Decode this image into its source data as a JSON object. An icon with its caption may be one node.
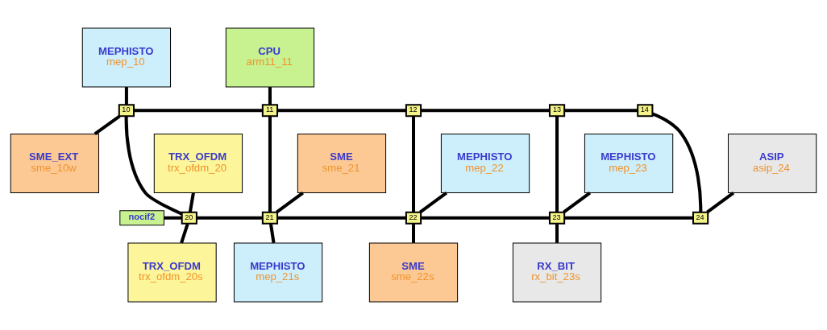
{
  "diagram": {
    "nodes": [
      {
        "text": [
          "MEPHISTO",
          "mep_10"
        ]
      },
      {
        "text": [
          "CPU",
          "arm11_11"
        ]
      },
      {
        "text": [
          "10"
        ]
      },
      {
        "text": [
          "11"
        ]
      },
      {
        "text": [
          "12"
        ]
      },
      {
        "text": [
          "13"
        ]
      },
      {
        "text": [
          "14"
        ]
      },
      {
        "text": [
          "SME_EXT",
          "sme_10w"
        ]
      },
      {
        "text": [
          "TRX_OFDM",
          "trx_ofdm_20"
        ]
      },
      {
        "text": [
          "SME",
          "sme_21"
        ]
      },
      {
        "text": [
          "MEPHISTO",
          "mep_22"
        ]
      },
      {
        "text": [
          "MEPHISTO",
          "mep_23"
        ]
      },
      {
        "text": [
          "ASIP",
          "asip_24"
        ]
      },
      {
        "text": [
          "nocif2"
        ]
      },
      {
        "text": [
          "20"
        ]
      },
      {
        "text": [
          "21"
        ]
      },
      {
        "text": [
          "22"
        ]
      },
      {
        "text": [
          "23"
        ]
      },
      {
        "text": [
          "24"
        ]
      },
      {
        "text": [
          "TRX_OFDM",
          "trx_ofdm_20s"
        ]
      },
      {
        "text": [
          "MEPHISTO",
          "mep_21s"
        ]
      },
      {
        "text": [
          "SME",
          "sme_22s"
        ]
      },
      {
        "text": [
          "RX_BIT",
          "rx_bit_23s"
        ]
      }
    ],
    "edges": [
      {
        "from": 0,
        "to": 2,
        "arrow": "none"
      },
      {
        "from": 7,
        "to": 2,
        "arrow": "none"
      },
      {
        "from": 1,
        "to": 3,
        "arrow": "none"
      },
      {
        "from": 2,
        "to": 3,
        "arrow": "none"
      },
      {
        "from": 3,
        "to": 4,
        "arrow": "none"
      },
      {
        "from": 4,
        "to": 5,
        "arrow": "none"
      },
      {
        "from": 5,
        "to": 6,
        "arrow": "none"
      },
      {
        "from": 2,
        "to": 14,
        "arrow": "none"
      },
      {
        "from": 3,
        "to": 15,
        "arrow": "none"
      },
      {
        "from": 4,
        "to": 16,
        "arrow": "none"
      },
      {
        "from": 5,
        "to": 17,
        "arrow": "none"
      },
      {
        "from": 6,
        "to": 18,
        "arrow": "none"
      },
      {
        "from": 13,
        "to": 14,
        "arrow": "none"
      },
      {
        "from": 14,
        "to": 15,
        "arrow": "none"
      },
      {
        "from": 15,
        "to": 16,
        "arrow": "none"
      },
      {
        "from": 16,
        "to": 17,
        "arrow": "none"
      },
      {
        "from": 17,
        "to": 18,
        "arrow": "none"
      },
      {
        "from": 8,
        "to": 14,
        "arrow": "none"
      },
      {
        "from": 9,
        "to": 15,
        "arrow": "none"
      },
      {
        "from": 10,
        "to": 16,
        "arrow": "none"
      },
      {
        "from": 11,
        "to": 17,
        "arrow": "none"
      },
      {
        "from": 12,
        "to": 18,
        "arrow": "none"
      },
      {
        "from": 14,
        "to": 19,
        "arrow": "none"
      },
      {
        "from": 15,
        "to": 20,
        "arrow": "none"
      },
      {
        "from": 16,
        "to": 21,
        "arrow": "none"
      },
      {
        "from": 17,
        "to": 22,
        "arrow": "none"
      }
    ]
  }
}
